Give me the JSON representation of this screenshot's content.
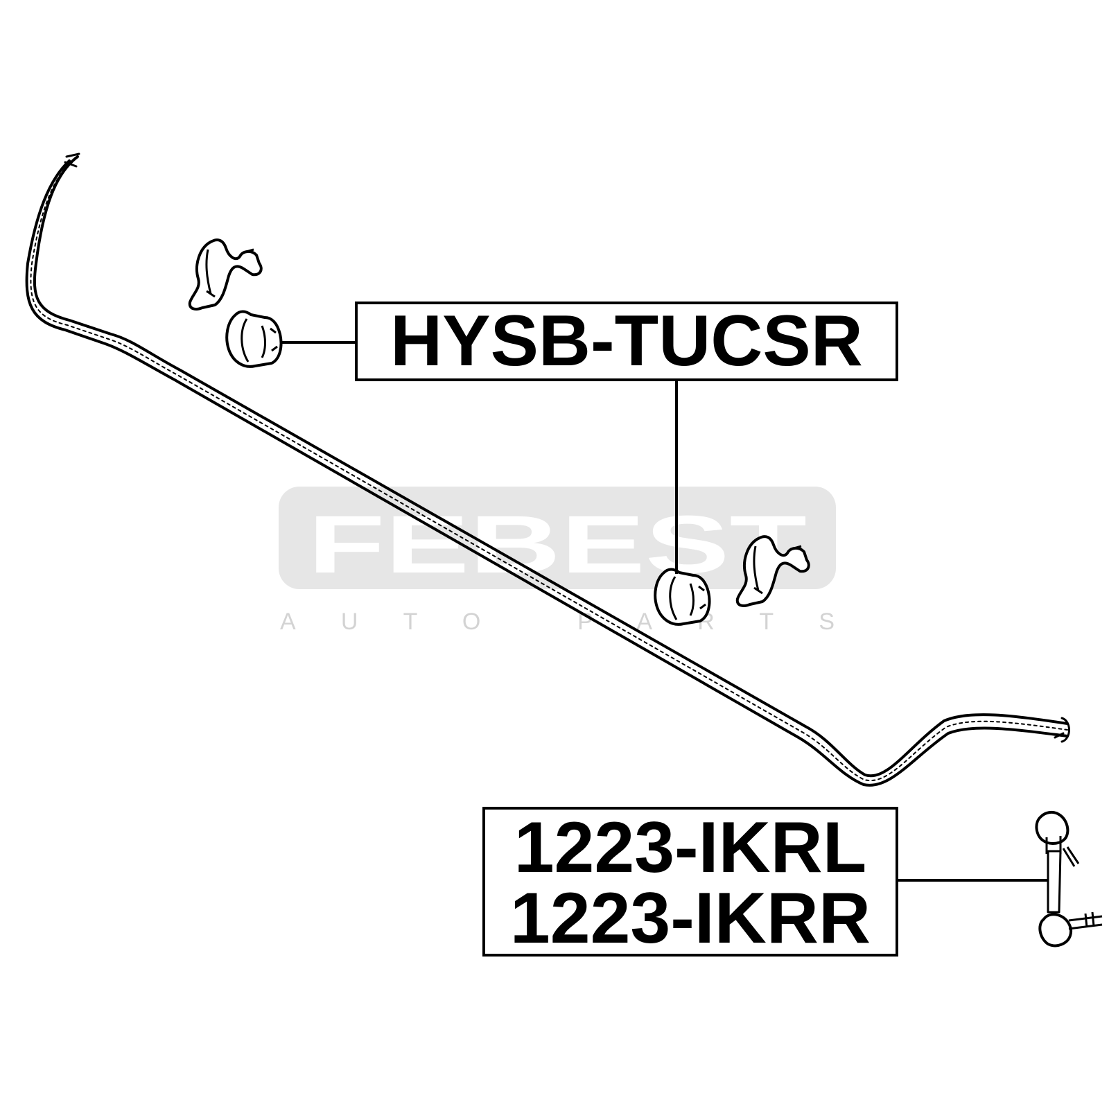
{
  "watermark": {
    "brand": "FEBEST",
    "tagline": "AUTO PARTS"
  },
  "callouts": [
    {
      "part_number_lines": [
        "HYSB-TUCSR"
      ],
      "points_to": "stabilizer bushings (2)"
    },
    {
      "part_number_lines": [
        "1223-IKRL",
        "1223-IKRR"
      ],
      "points_to": "stabilizer link"
    }
  ],
  "colors": {
    "line": "#000000",
    "watermark_fill": "#e6e6e6",
    "watermark_text": "#ffffff",
    "watermark_tagline": "#d3d3d3"
  }
}
